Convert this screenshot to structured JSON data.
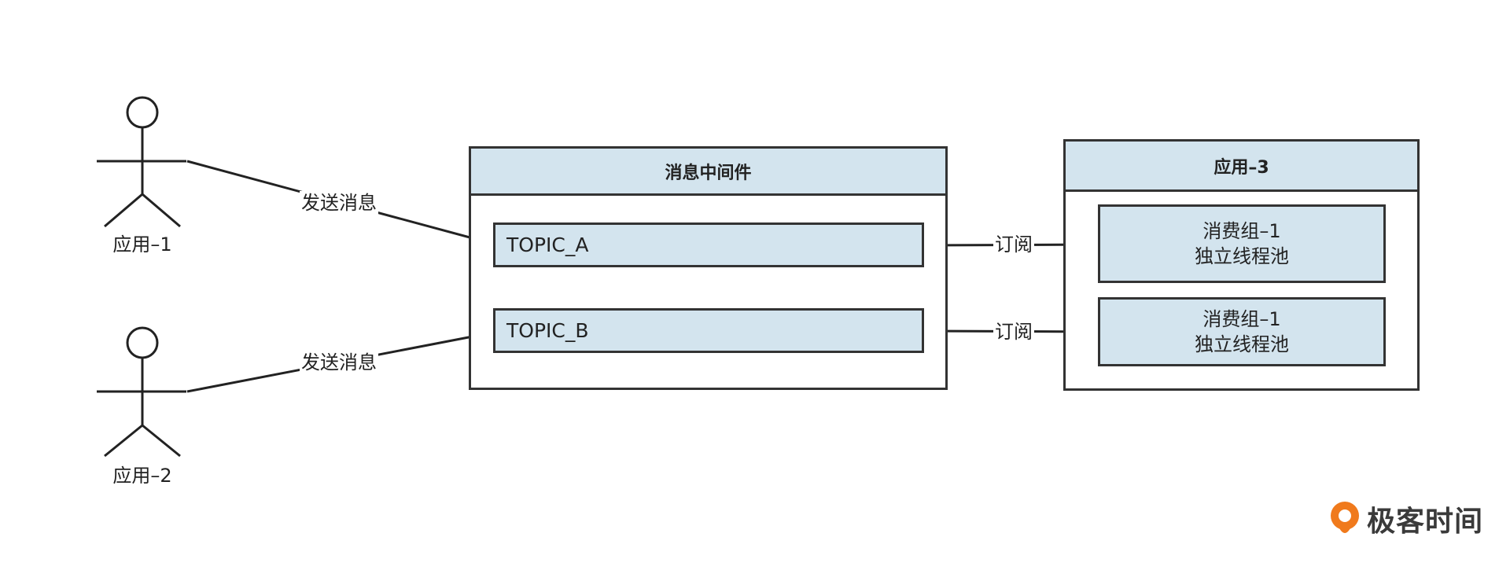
{
  "actors": {
    "app1": {
      "label": "应用–1"
    },
    "app2": {
      "label": "应用–2"
    }
  },
  "edges": {
    "send1": "发送消息",
    "send2": "发送消息",
    "sub1": "订阅",
    "sub2": "订阅"
  },
  "middleware": {
    "title": "消息中间件",
    "topics": [
      "TOPIC_A",
      "TOPIC_B"
    ]
  },
  "consumer_app": {
    "title": "应用–3",
    "groups": [
      {
        "line1": "消费组–1",
        "line2": "独立线程池"
      },
      {
        "line1": "消费组–1",
        "line2": "独立线程池"
      }
    ]
  },
  "brand": {
    "text": "极客时间",
    "accent": "#f07a1c"
  },
  "colors": {
    "fill": "#d3e4ee",
    "stroke": "#333333"
  }
}
